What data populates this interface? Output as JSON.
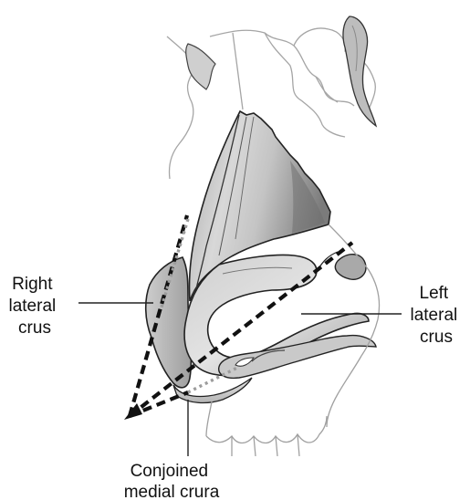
{
  "labels": {
    "right_lateral_crus": [
      "Right",
      "lateral",
      "crus"
    ],
    "left_lateral_crus": [
      "Left",
      "lateral",
      "crus"
    ],
    "conjoined_medial_crura": [
      "Conjoined",
      "medial crura"
    ]
  },
  "colors": {
    "outline": "#222222",
    "faint_outline": "#9a9a9a",
    "cartilage_light": "#dcdcdc",
    "cartilage_mid": "#b9b9b9",
    "cartilage_dark": "#8d8d8d",
    "dashed_line": "#111111",
    "dotted_line": "#9c9c9c"
  }
}
